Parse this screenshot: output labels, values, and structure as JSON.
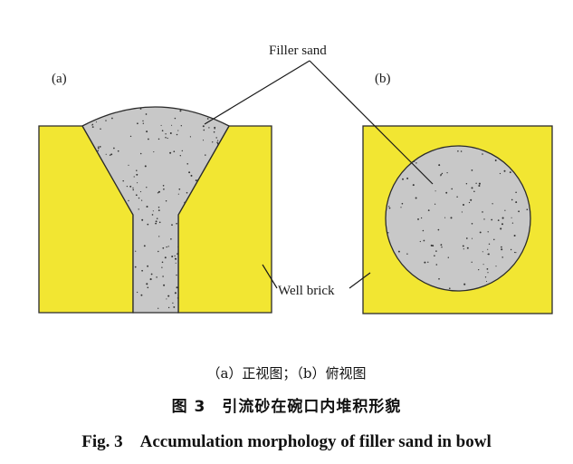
{
  "diagram": {
    "panel_a_label": "(a)",
    "panel_b_label": "(b)",
    "callout_top": "Filler sand",
    "callout_bottom": "Well brick"
  },
  "colors": {
    "brick": "#F2E632",
    "sand": "#C8C8C8",
    "outline": "#2B2B2B",
    "speckle": "#333333"
  },
  "captions": {
    "subcaption": "（a）正视图；（b）俯视图",
    "chinese": "图 3　引流砂在碗口内堆积形貌",
    "english": "Fig. 3　Accumulation morphology of filler sand in bowl"
  }
}
